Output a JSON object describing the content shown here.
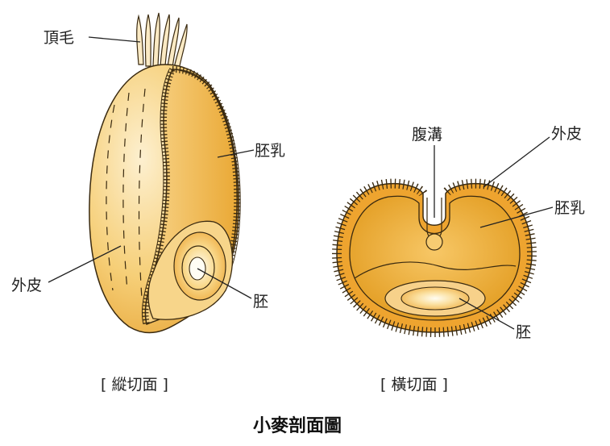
{
  "title": "小麥剖面圖",
  "longitudinal": {
    "caption": "[ 縱切面 ]",
    "labels": {
      "hair": "頂毛",
      "endosperm": "胚乳",
      "bran": "外皮",
      "germ": "胚"
    }
  },
  "cross": {
    "caption": "[ 橫切面 ]",
    "labels": {
      "crease": "腹溝",
      "bran": "外皮",
      "endosperm": "胚乳",
      "germ": "胚"
    }
  },
  "colors": {
    "grain_light": "#fbe6b8",
    "grain_mid": "#f4bd55",
    "grain_dark": "#e8a42c",
    "outline": "#3a2a10"
  }
}
